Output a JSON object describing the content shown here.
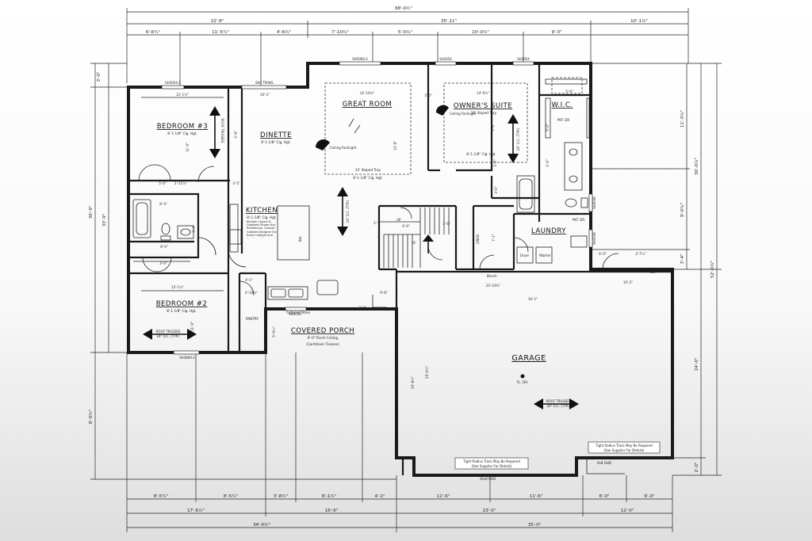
{
  "dimensions": {
    "top": [
      "68'-0½\"",
      "22'-8\"",
      "35'-11\"",
      "10'-1½\"",
      "6'-6¼\"",
      "11'-5¼\"",
      "4'-6½\"",
      "7'-10¾\"",
      "5'-0¾\"",
      "10'-0½\"",
      "9'-3\""
    ],
    "bottom": [
      "8'-5¼\"",
      "8'-5¼\"",
      "3'-8½\"",
      "8'-1½\"",
      "4'-1\"",
      "11'-6\"",
      "11'-6\"",
      "6'-0\"",
      "6'-0\"",
      "17'-6½\"",
      "16'-6\"",
      "23'-0\"",
      "12'-0\"",
      "34'-0½\"",
      "35'-0\""
    ],
    "left": [
      "3'-0\"",
      "33'-9\"",
      "36'-9\"",
      "8'-0½\""
    ],
    "right": [
      "11'-3¾\"",
      "9'-0¾\"",
      "3'-4\"",
      "36'-0½\"",
      "24'-0\"",
      "52'-0½\"",
      "2'-0\""
    ],
    "inner": [
      "12'-1½\"",
      "11'-0\"",
      "12'-1½\"",
      "11'-0\"",
      "10'-1\"",
      "14'-10½\"",
      "14'-0½\"",
      "5'-6\"",
      "23'-10¾\"",
      "34'-1\"",
      "10'-2\"",
      "20'-8½\"",
      "25'-0½\"",
      "6'-0\"",
      "2'-7½\"",
      "8'-4\"",
      "3'-0\"",
      "4'-10½\"",
      "2'-11½\"",
      "9'-8\"",
      "3'-0\"",
      "3'-8\"",
      "5'-0\"",
      "4'-1\"",
      "3'-6\"",
      "6'-0\"",
      "2'-1\"",
      "7'-1\"",
      "3'-0\"",
      "3'-6\"",
      "5'-4\"",
      "5'-0\"",
      "2'-6\"",
      "13'-9\"",
      "8'-0\"",
      "5'-9½\"",
      "3'-5\"",
      "3'-3\"",
      "3'-0\""
    ]
  },
  "windows": [
    "SH3054-2",
    "SH5060-2",
    "SH3054",
    "SH3054",
    "SH3660-2",
    "SH3036",
    "SH3036",
    "SH3036",
    "8X0 TRANS.",
    "SH3036"
  ],
  "rooms": {
    "bedroom3": {
      "name": "BEDROOM #3",
      "ceiling": "8'-1 1/8\" Clg. Hgt."
    },
    "bedroom2": {
      "name": "BEDROOM #2",
      "ceiling": "8'-1 1/8\" Clg. Hgt."
    },
    "dinette": {
      "name": "DINETTE",
      "ceiling": "8'-1 1/8\" Clg. Hgt."
    },
    "kitchen": {
      "name": "KITCHEN",
      "ceiling": "8'-1 1/8\" Clg. Hgt."
    },
    "great_room": {
      "name": "GREAT ROOM",
      "tray": "12' Sloped Tray",
      "ceiling": "8'-1 1/8\" Clg. Hgt."
    },
    "owners_suite": {
      "name": "OWNER'S SUITE",
      "tray": "12' Sloped Tray",
      "ceiling": "8'-1 1/8\" Clg. Hgt."
    },
    "wic": {
      "name": "W.I.C."
    },
    "laundry": {
      "name": "LAUNDRY"
    },
    "pantry": {
      "name": "PANTRY"
    },
    "covered_porch": {
      "name": "COVERED PORCH",
      "note1": "9'-0\" Porch Ceiling",
      "note2": "(Cantilever Trusses)"
    },
    "garage": {
      "name": "GARAGE",
      "floor_drain": "FL. DR."
    }
  },
  "notes": {
    "truss_roof": "ROOF TRUSSES",
    "truss_oc": "24\" O.C. (TYP.)",
    "truss_short": "24\" O.C. (TYP.)",
    "ceiling_fan": "Ceiling Fan/Light",
    "kitchen_note": "Kitchen Layout & Cabinets Shown Are Preliminary. Consult Cabinet Designer For Exact Cabinet and Appliance Sizes and Locations.",
    "garage_note_left_1": "Tight Radius Track May Be Required",
    "garage_note_left_2": "(See Supplier For Details)",
    "garage_note_right_1": "Tight Radius Track May Be Required",
    "garage_note_right_2": "(See Supplier For Details)",
    "door_16x8": "16x8 OHD",
    "door_9x8": "9x8 OHD",
    "pkt_dr": "PKT. DR.",
    "pkt_dr2": "PKT. DR.",
    "bar": "Bar",
    "linen": "LINEN",
    "dryer": "Dryer",
    "washer": "Washer",
    "bench": "Bench",
    "upper": "UP",
    "attic": "ATTIC ACCESS",
    "cultured_stone": "Cultured Stone",
    "dn": "DN",
    "uc": "UC",
    "ho": "4'-0\""
  }
}
